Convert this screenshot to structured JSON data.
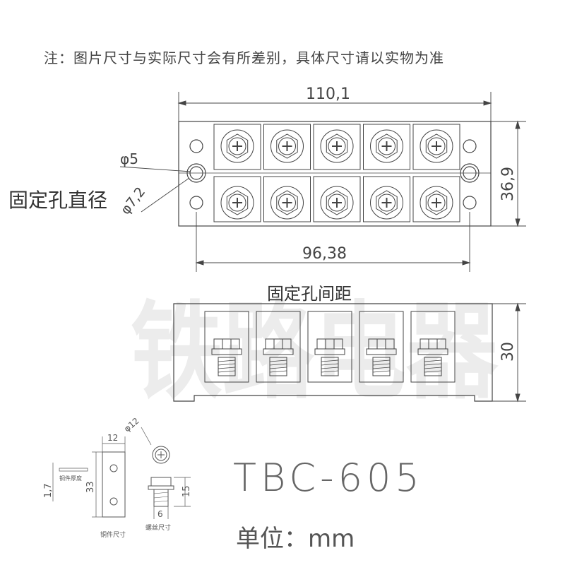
{
  "note": "注：图片尺寸与实际尺寸会有所差别，具体尺寸请以实物为准",
  "top_view": {
    "width_dim": "110,1",
    "height_dim": "36,9",
    "hole_spacing_dim": "96,38",
    "hole_dia": "φ5",
    "hole_counterbore": "φ7,2",
    "fixing_hole_label": "固定孔直径",
    "fixing_spacing_label": "固定孔间距"
  },
  "side_view": {
    "height_dim": "30"
  },
  "parts": {
    "plate_width": "12",
    "plate_height": "33",
    "plate_thickness": "1,7",
    "plate_thickness_label": "铜件厚度",
    "plate_label": "铜件尺寸",
    "screw_head_dia": "φ12",
    "screw_length": "15",
    "screw_dia": "6",
    "screw_label": "螺丝尺寸"
  },
  "model": "TBC-605",
  "unit": "单位：mm",
  "watermark": "铁路电器"
}
